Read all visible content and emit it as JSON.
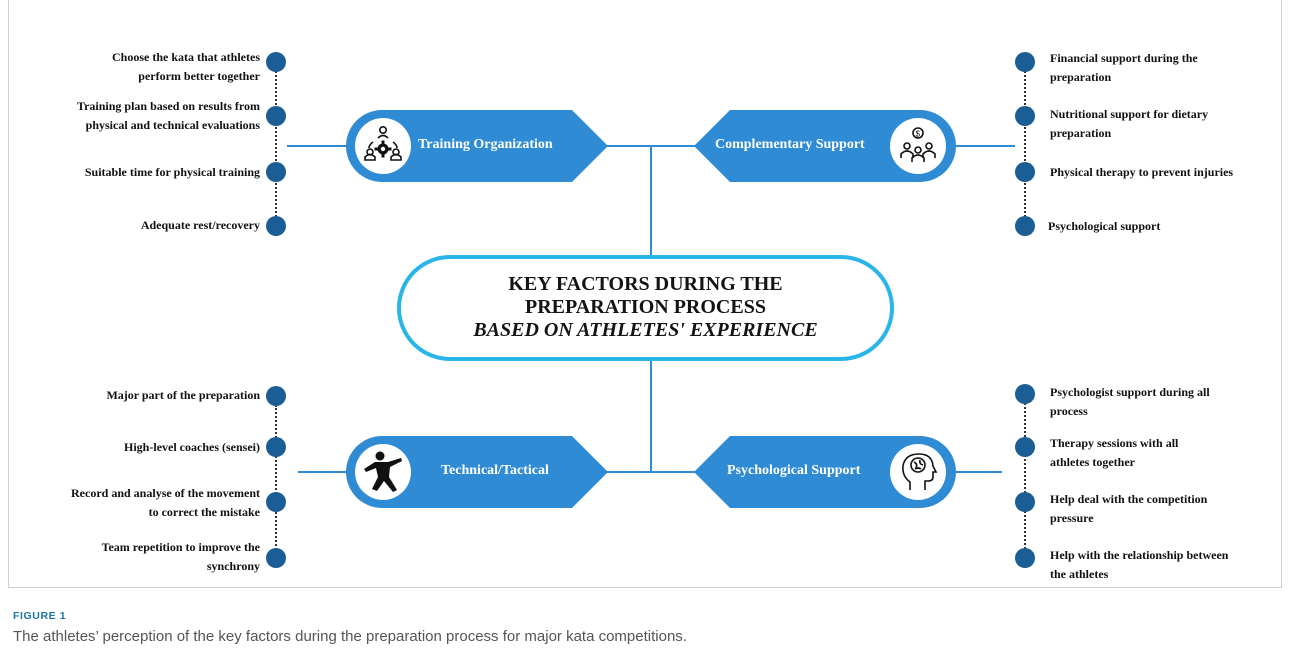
{
  "center": {
    "line1": "KEY FACTORS DURING THE",
    "line2": "PREPARATION PROCESS",
    "line3": "BASED ON ATHLETES' EXPERIENCE"
  },
  "quadrants": {
    "training": {
      "label": "Training Organization",
      "icon": "people-gear-icon",
      "items": [
        {
          "line1": "Choose the kata that athletes",
          "line2": "perform better together"
        },
        {
          "line1": "Training plan based on results from",
          "line2": "physical and technical evaluations"
        },
        {
          "line1": "Suitable time for physical training",
          "line2": ""
        },
        {
          "line1": "Adequate rest/recovery",
          "line2": ""
        }
      ]
    },
    "complementary": {
      "label": "Complementary Support",
      "icon": "people-money-icon",
      "items": [
        {
          "line1": "Financial support during the",
          "line2": "preparation"
        },
        {
          "line1": "Nutritional support for dietary",
          "line2": "preparation"
        },
        {
          "line1": "Physical therapy to prevent injuries",
          "line2": ""
        },
        {
          "line1": "Psychological support",
          "line2": ""
        }
      ]
    },
    "technical": {
      "label": "Technical/Tactical",
      "icon": "karate-figure-icon",
      "items": [
        {
          "line1": "Major part  of the preparation",
          "line2": ""
        },
        {
          "line1": "High-level coaches (sensei)",
          "line2": ""
        },
        {
          "line1": "Record and analyse of the movement",
          "line2": "to correct the mistake"
        },
        {
          "line1": "Team repetition to improve the",
          "line2": "synchrony"
        }
      ]
    },
    "psychological": {
      "label": "Psychological Support",
      "icon": "head-brain-icon",
      "items": [
        {
          "line1": "Psychologist support during all",
          "line2": "process"
        },
        {
          "line1": "Therapy sessions with all",
          "line2": "athletes together"
        },
        {
          "line1": "Help deal with the competition",
          "line2": "pressure"
        },
        {
          "line1": "Help with the relationship between",
          "line2": "the athletes"
        }
      ]
    }
  },
  "caption": {
    "label": "FIGURE 1",
    "text": "The athletes’ perception of the key factors during the preparation process for major kata competitions."
  },
  "colors": {
    "banner": "#2e8bd4",
    "dot": "#1b5e96",
    "center_border": "#29b5e8",
    "line": "#2e8bd4"
  }
}
